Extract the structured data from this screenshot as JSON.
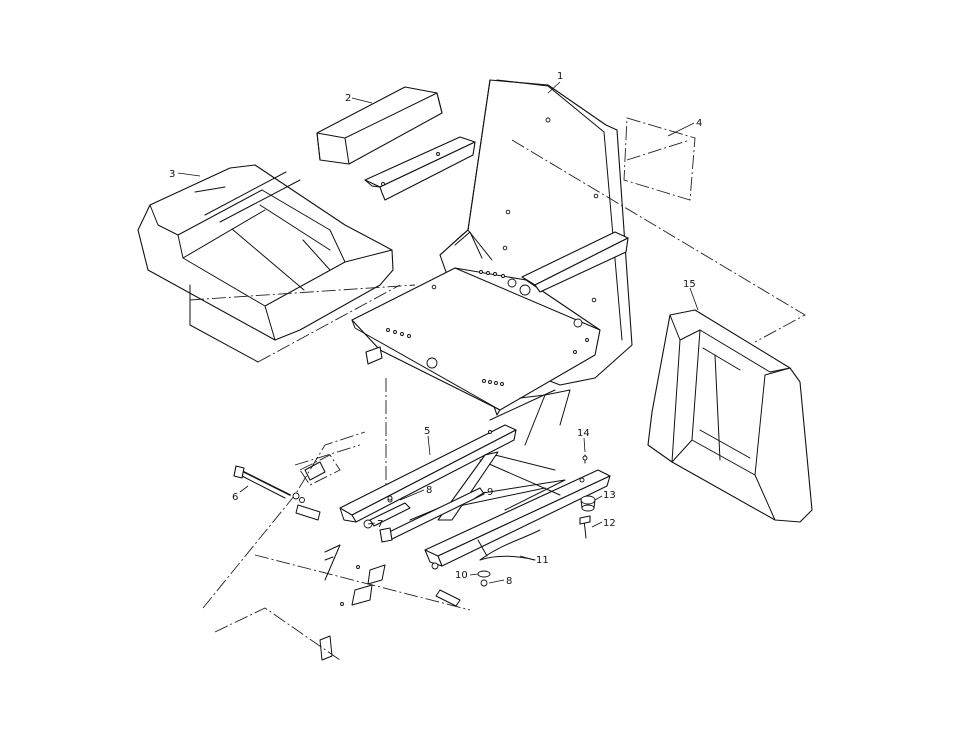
{
  "callouts": [
    {
      "id": "1",
      "text": "1"
    },
    {
      "id": "2",
      "text": "2"
    },
    {
      "id": "3",
      "text": "3"
    },
    {
      "id": "4",
      "text": "4"
    },
    {
      "id": "5",
      "text": "5"
    },
    {
      "id": "6",
      "text": "6"
    },
    {
      "id": "7",
      "text": "7"
    },
    {
      "id": "8a",
      "text": "8"
    },
    {
      "id": "8b",
      "text": "8"
    },
    {
      "id": "9",
      "text": "9"
    },
    {
      "id": "10",
      "text": "10"
    },
    {
      "id": "11",
      "text": "11"
    },
    {
      "id": "12",
      "text": "12"
    },
    {
      "id": "13",
      "text": "13"
    },
    {
      "id": "14",
      "text": "14"
    },
    {
      "id": "15",
      "text": "15"
    }
  ]
}
